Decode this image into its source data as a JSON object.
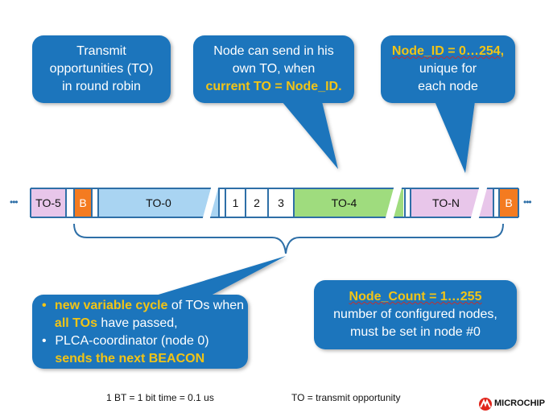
{
  "callouts": {
    "round_robin": {
      "text": "Transmit opportunities (TO) in round robin"
    },
    "send_rule": {
      "line1": "Node can send in his own TO, when",
      "highlight": "current TO = Node_ID."
    },
    "node_id": {
      "highlight": "Node_ID = 0…254,",
      "text": "unique for each node"
    },
    "cycle": {
      "bullet1_hl1": "new variable cycle",
      "bullet1_t1": " of TOs when ",
      "bullet1_hl2": "all TOs",
      "bullet1_t2": " have passed,",
      "bullet2_text": "PLCA-coordinator (node 0) ",
      "bullet2_hl": "sends the next BEACON",
      "bullet": "•"
    },
    "node_count": {
      "highlight": "Node_Count = 1…255",
      "text1": "number of configured nodes,",
      "text2": "must be set in node #0"
    }
  },
  "timeline": {
    "ellipsis": "•••",
    "segments": [
      "TO-5",
      "B",
      "TO-0",
      "1",
      "2",
      "3",
      "TO-4",
      "TO-N",
      "B"
    ]
  },
  "footer": {
    "bit_time": "1 BT = 1 bit time = 0.1 us",
    "to_def": "TO = transmit opportunity",
    "logo": "MICROCHIP"
  },
  "colors": {
    "callout": "#1b75bc",
    "highlight": "#f2c416",
    "beacon": "#f47b20",
    "to0": "#a9d4f2",
    "to4": "#9fdc7e",
    "pink": "#e8c6ea"
  }
}
